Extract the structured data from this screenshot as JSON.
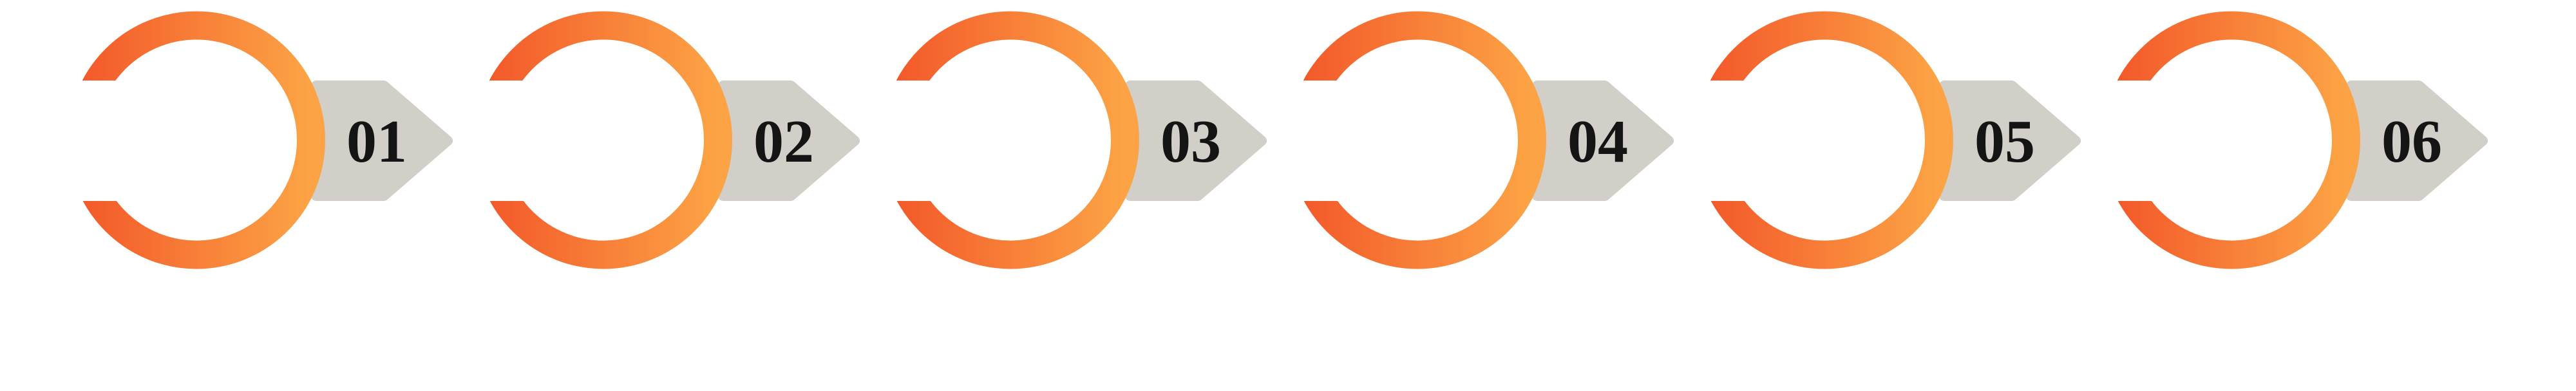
{
  "figure": {
    "type": "process-steps-infographic",
    "step_count": 6,
    "orientation": "horizontal"
  },
  "steps": [
    {
      "number": "01"
    },
    {
      "number": "02"
    },
    {
      "number": "03"
    },
    {
      "number": "04"
    },
    {
      "number": "05"
    },
    {
      "number": "06"
    }
  ],
  "icons": [
    {
      "name": "open-ring-icon",
      "shape": "thick circular arc with opening on the left side, orange gradient"
    },
    {
      "name": "arrow-tag-icon",
      "shape": "right-pointing banner arrow with rounded corners, gray"
    }
  ],
  "colors": {
    "ring-gradient-start": "#F3592A",
    "ring-gradient-end": "#FCA445",
    "arrow-fill": "#D2CEC8",
    "number-text": "#141414",
    "background": "#FFFFFF"
  }
}
